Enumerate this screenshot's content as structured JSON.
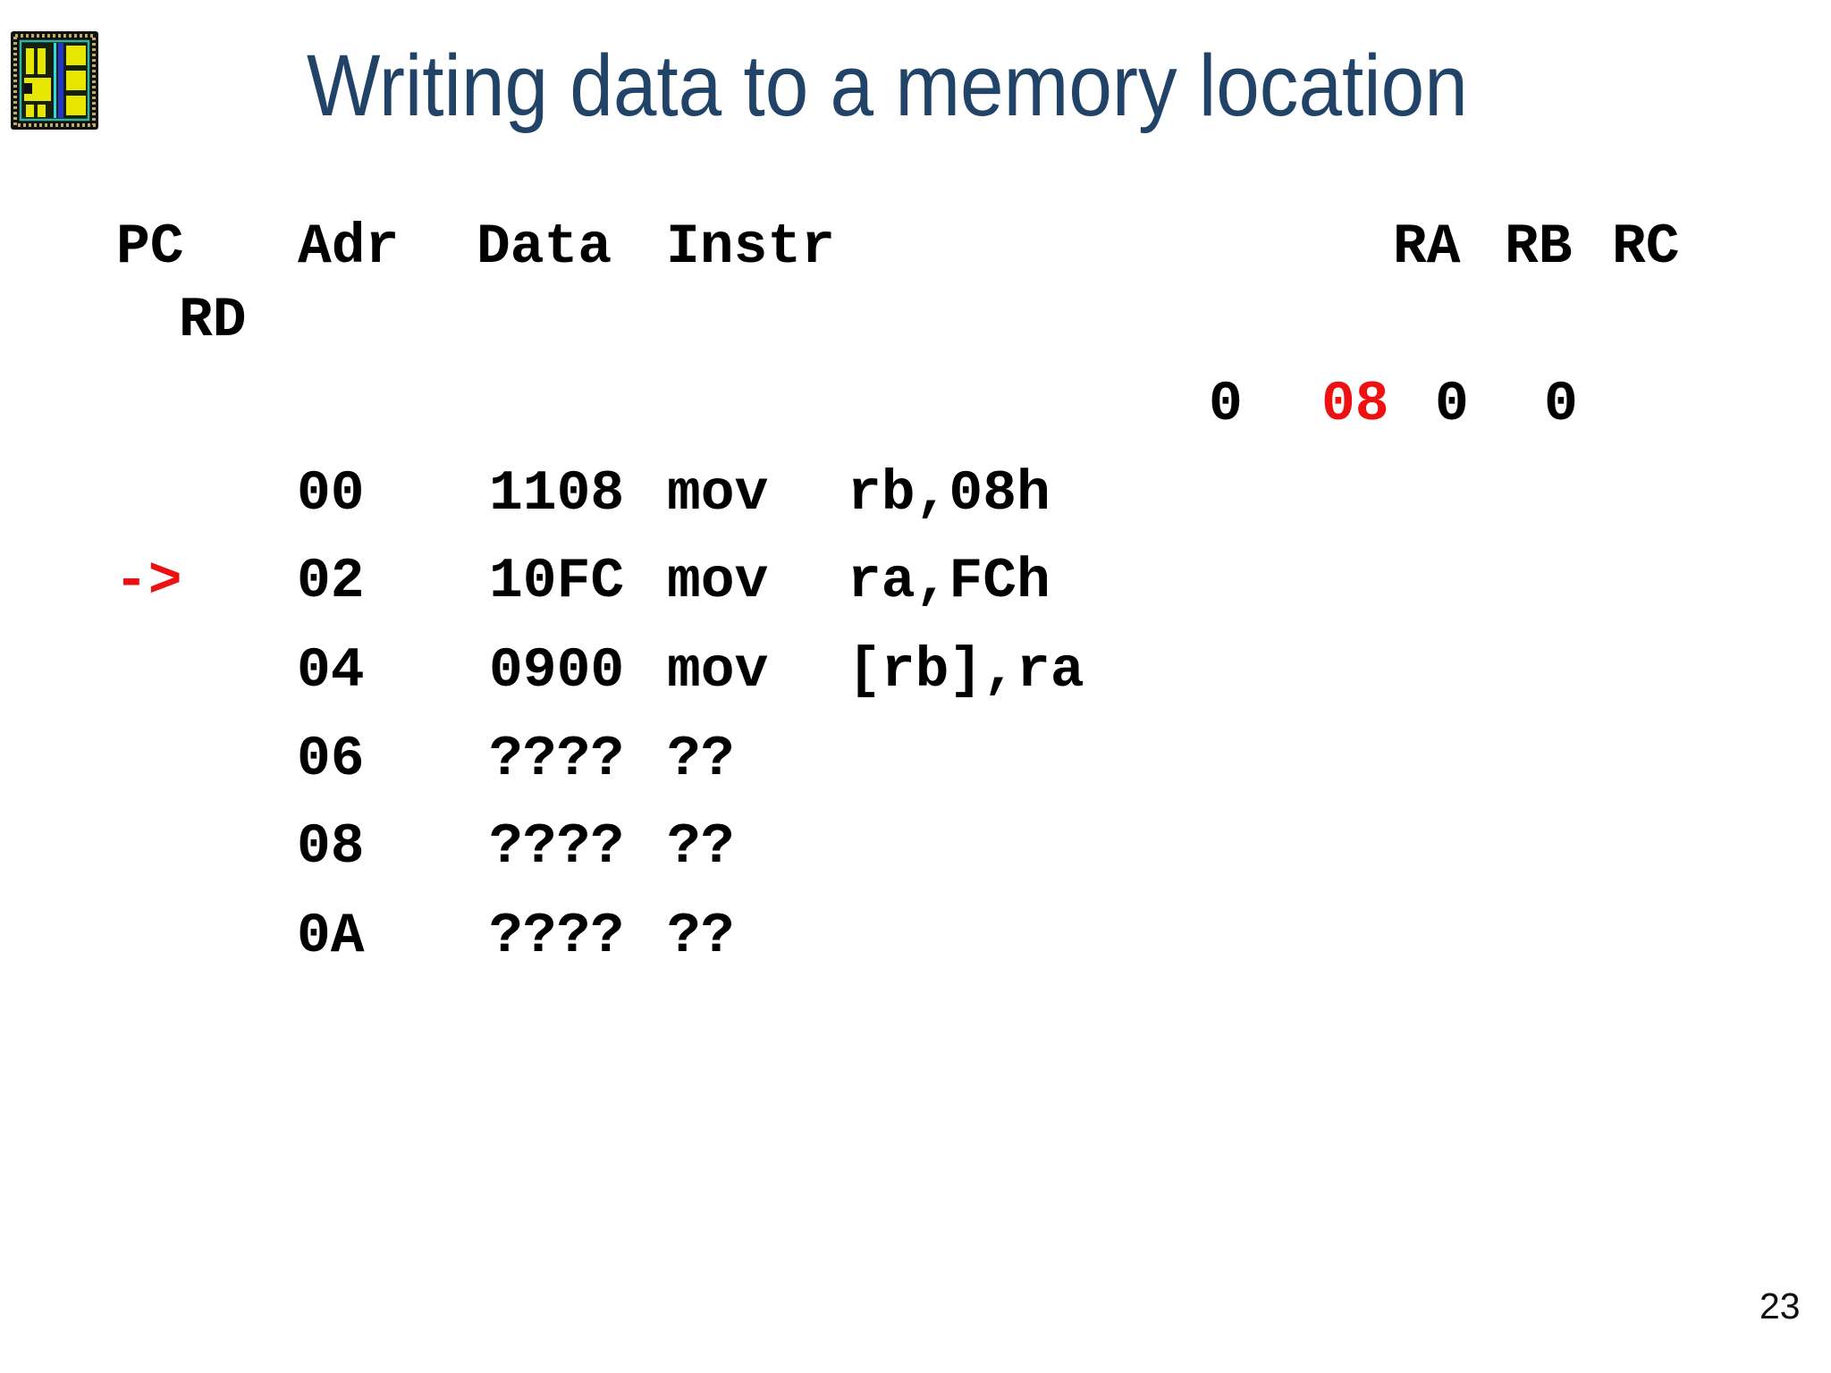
{
  "slide": {
    "title": "Writing data to a memory location",
    "page_number": "23",
    "icon": "chip-die-icon"
  },
  "table": {
    "headers": {
      "pc": "PC",
      "adr": "Adr",
      "data": "Data",
      "instr": "Instr",
      "ra": "RA",
      "rb": "RB",
      "rc": "RC",
      "rd": "RD"
    },
    "registers": {
      "ra": "0",
      "rb": "08",
      "rc": "0",
      "rd": "0",
      "highlighted_register": "rb"
    },
    "pc_arrow": "->",
    "rows": [
      {
        "adr": "00",
        "data": "1108",
        "mnemonic": "mov",
        "operands": "rb,08h",
        "current": false
      },
      {
        "adr": "02",
        "data": "10FC",
        "mnemonic": "mov",
        "operands": "ra,FCh",
        "current": true
      },
      {
        "adr": "04",
        "data": "0900",
        "mnemonic": "mov",
        "operands": "[rb],ra",
        "current": false
      },
      {
        "adr": "06",
        "data": "????",
        "mnemonic": "??",
        "operands": "",
        "current": false
      },
      {
        "adr": "08",
        "data": "????",
        "mnemonic": "??",
        "operands": "",
        "current": false
      },
      {
        "adr": "0A",
        "data": "????",
        "mnemonic": "??",
        "operands": "",
        "current": false
      }
    ]
  },
  "colors": {
    "title": "#214368",
    "highlight_red": "#ee1111",
    "text": "#000000",
    "background": "#ffffff"
  }
}
